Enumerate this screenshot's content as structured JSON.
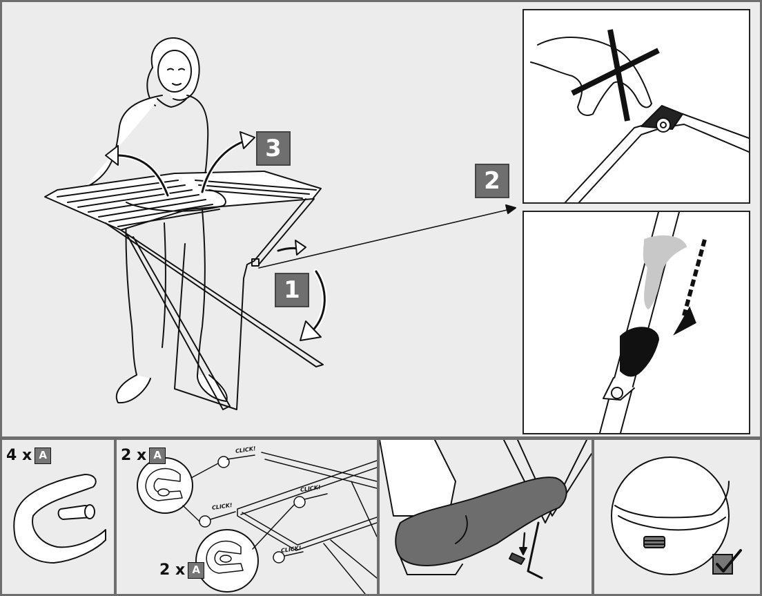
{
  "steps": {
    "one": "1",
    "two": "2",
    "three": "3"
  },
  "parts": {
    "panel1_qty": "4 x",
    "panel2_top_qty": "2 x",
    "panel2_bottom_qty": "2 x",
    "part_letter": "A"
  },
  "click_labels": [
    "CLICK!",
    "CLICK!",
    "CLICK!",
    "CLICK!"
  ],
  "colors": {
    "step_box": "#6f6f6f",
    "background": "#ececec",
    "frame": "#6e6e6e",
    "check": "#1a1a1a"
  },
  "icons": [
    "cross-out-icon",
    "down-arrow-icon",
    "checkmark-icon"
  ]
}
